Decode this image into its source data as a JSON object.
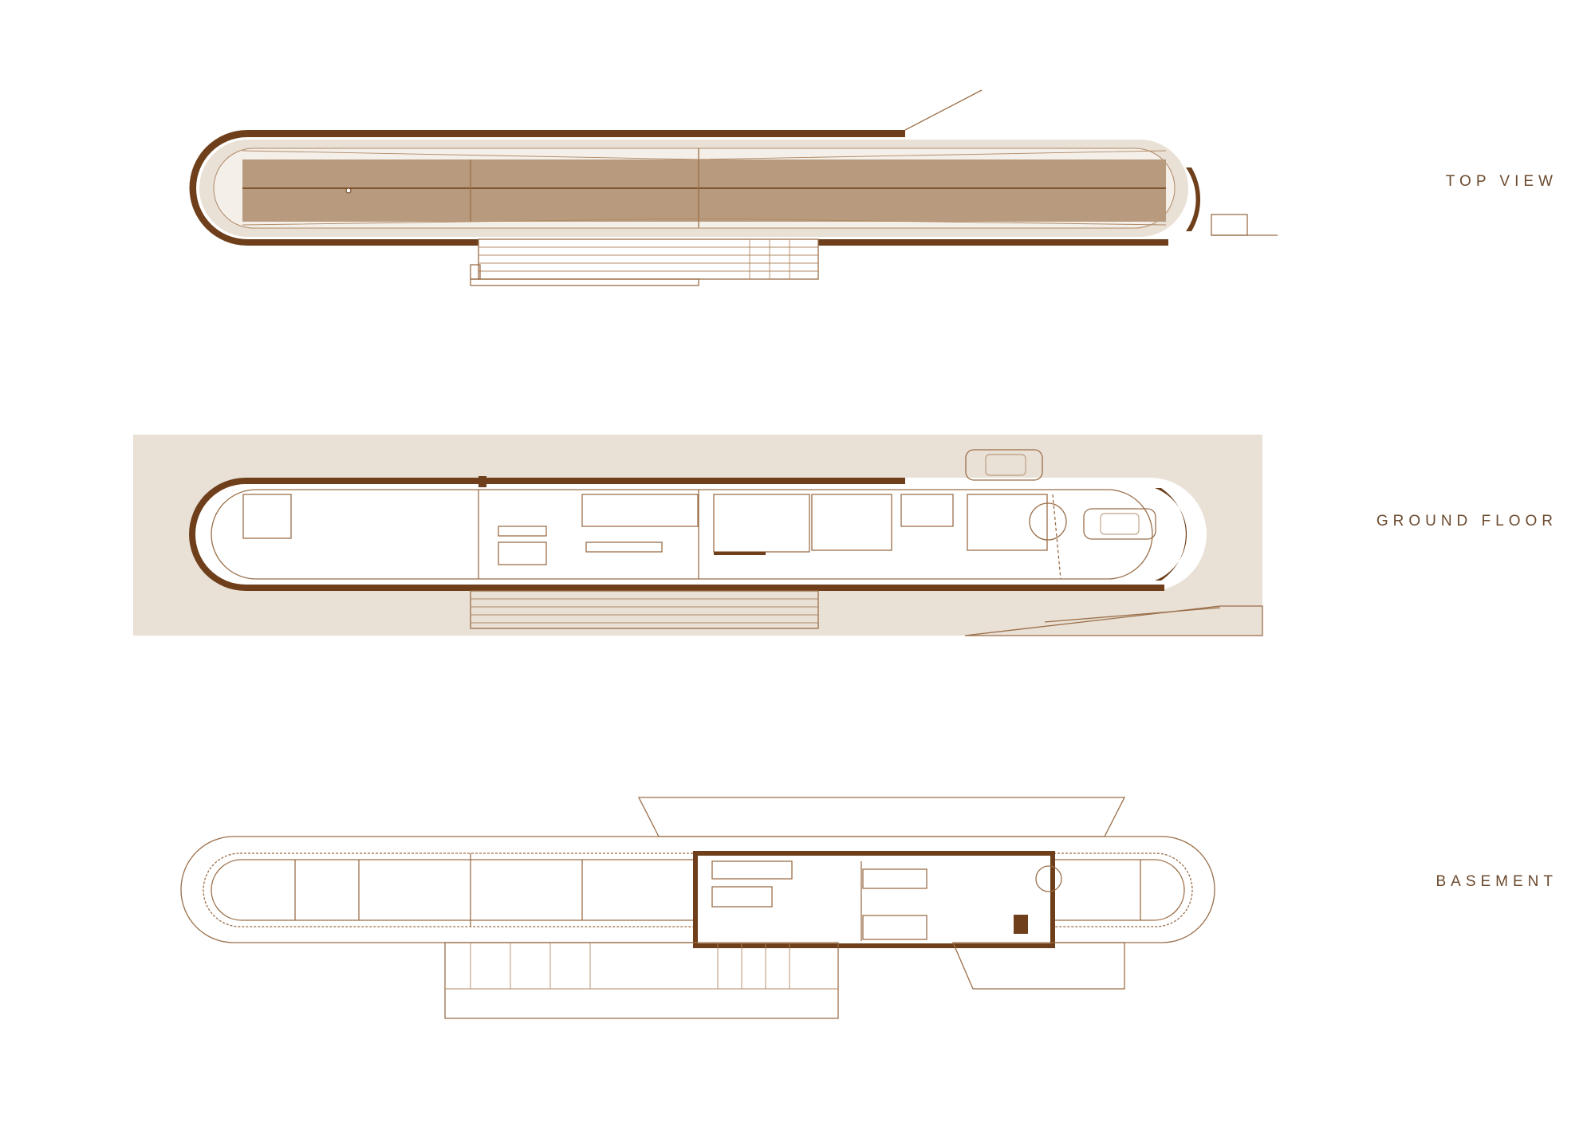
{
  "labels": {
    "top_view": "TOP VIEW",
    "ground_floor": "GROUND FLOOR",
    "basement": "BASEMENT"
  },
  "colors": {
    "wall": "#6e3f1a",
    "line": "#9a6e48",
    "text": "#6b4a2e",
    "site_hatch": "#e9e0d6"
  }
}
